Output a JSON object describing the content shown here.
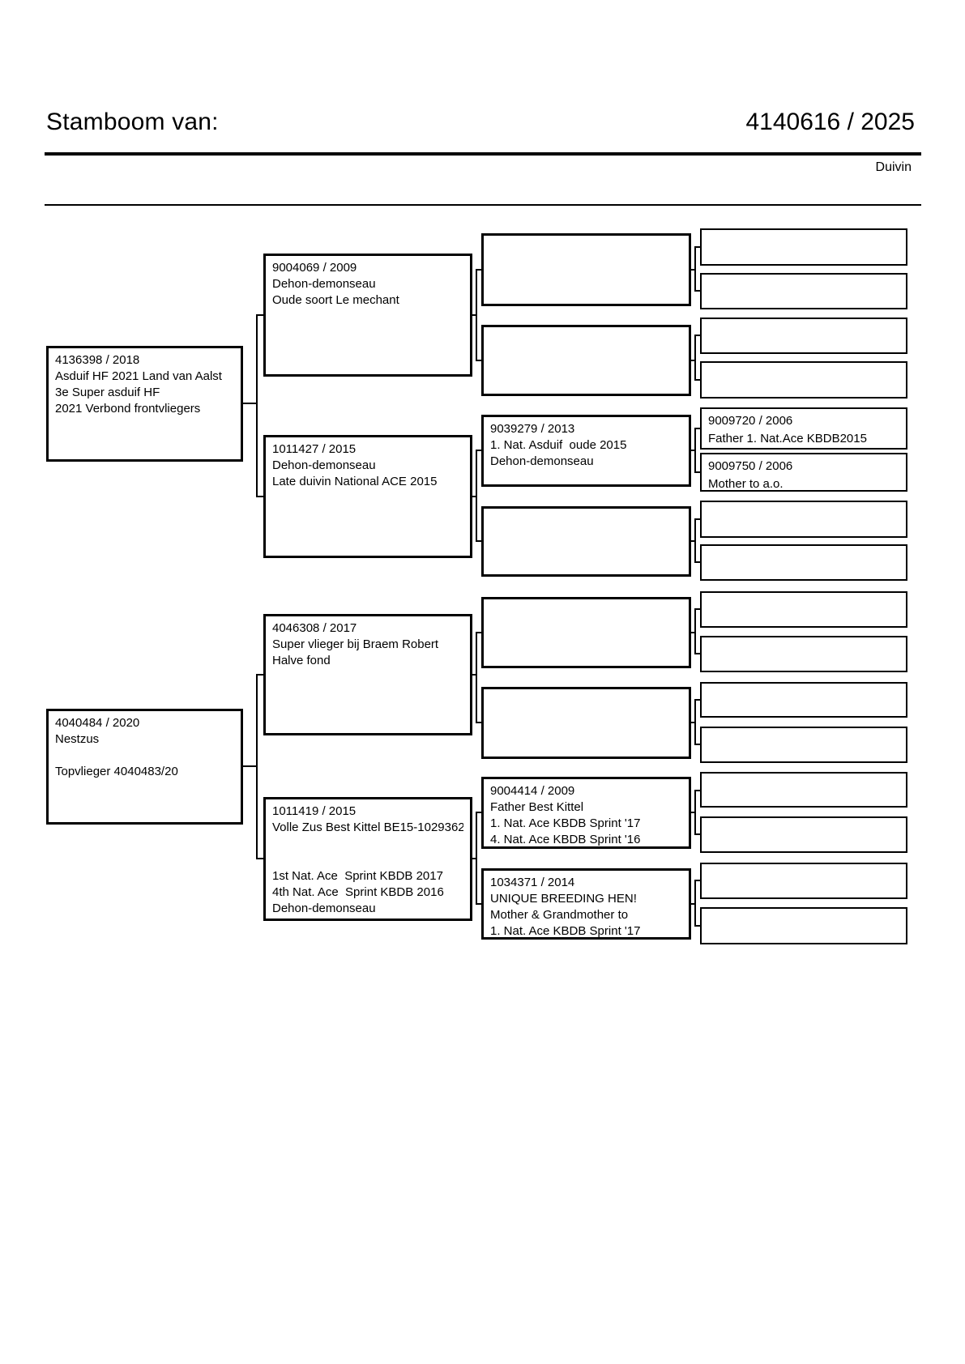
{
  "page": {
    "title": "Stamboom van:",
    "ring_number": "4140616 / 2025",
    "sex": "Duivin"
  },
  "boxes": {
    "g1_f": {
      "lines": [
        "4136398 / 2018",
        "Asduif HF 2021 Land van Aalst",
        "3e Super asduif HF",
        "2021 Verbond frontvliegers"
      ]
    },
    "g1_m": {
      "lines": [
        "4040484 / 2020",
        "Nestzus",
        "",
        "Topvlieger 4040483/20"
      ]
    },
    "g2_ff": {
      "lines": [
        "9004069 / 2009",
        "Dehon-demonseau",
        "Oude soort Le mechant"
      ]
    },
    "g2_fm": {
      "lines": [
        "1011427 / 2015",
        "Dehon-demonseau",
        "Late duivin National ACE 2015"
      ]
    },
    "g2_mf": {
      "lines": [
        "4046308 / 2017",
        "Super vlieger bij Braem Robert",
        "Halve fond"
      ]
    },
    "g2_mm": {
      "lines": [
        "1011419 / 2015",
        "Volle Zus Best Kittel BE15-1029362"
      ],
      "lines2": [
        "1st Nat. Ace  Sprint KBDB 2017",
        "4th Nat. Ace  Sprint KBDB 2016",
        "Dehon-demonseau"
      ]
    },
    "g3_1": {
      "lines": []
    },
    "g3_2": {
      "lines": []
    },
    "g3_3": {
      "lines": [
        "9039279 / 2013",
        "1. Nat. Asduif  oude 2015",
        "Dehon-demonseau"
      ]
    },
    "g3_4": {
      "lines": []
    },
    "g3_5": {
      "lines": []
    },
    "g3_6": {
      "lines": []
    },
    "g3_7": {
      "lines": [
        "9004414 / 2009",
        "Father Best Kittel",
        "1. Nat. Ace KBDB Sprint '17",
        "4. Nat. Ace KBDB Sprint '16"
      ]
    },
    "g3_8": {
      "lines": [
        "1034371 / 2014",
        "UNIQUE BREEDING HEN!",
        "Mother & Grandmother to",
        "1. Nat. Ace KBDB Sprint '17"
      ]
    },
    "g4_1": {
      "lines": []
    },
    "g4_2": {
      "lines": []
    },
    "g4_3": {
      "lines": []
    },
    "g4_4": {
      "lines": []
    },
    "g4_5": {
      "lines": [
        "9009720 / 2006",
        "Father 1. Nat.Ace KBDB2015"
      ]
    },
    "g4_6": {
      "lines": [
        "9009750 / 2006",
        "Mother to a.o."
      ]
    },
    "g4_7": {
      "lines": []
    },
    "g4_8": {
      "lines": []
    },
    "g4_9": {
      "lines": []
    },
    "g4_10": {
      "lines": []
    },
    "g4_11": {
      "lines": []
    },
    "g4_12": {
      "lines": []
    },
    "g4_13": {
      "lines": []
    },
    "g4_14": {
      "lines": []
    },
    "g4_15": {
      "lines": []
    },
    "g4_16": {
      "lines": []
    }
  }
}
